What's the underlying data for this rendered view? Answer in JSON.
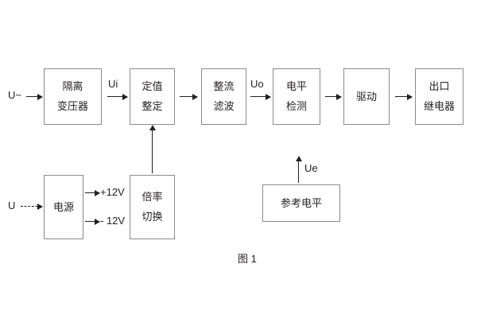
{
  "figure": {
    "caption": "图 1",
    "colors": {
      "background": "#ffffff",
      "box_border": "#8a8a8a",
      "text": "#231f20",
      "line": "#231f20"
    }
  },
  "signal_chain": {
    "input_label": "U~",
    "blocks": [
      {
        "id": "isolation-transformer",
        "line1": "隔离",
        "line2": "变压器"
      },
      {
        "id": "setting-value",
        "line1": "定值",
        "line2": "整定"
      },
      {
        "id": "rectifier-filter",
        "line1": "整流",
        "line2": "滤波"
      },
      {
        "id": "level-detection",
        "line1": "电平",
        "line2": "检测"
      },
      {
        "id": "drive",
        "line1": "驱动",
        "line2": ""
      },
      {
        "id": "output-relay",
        "line1": "出口",
        "line2": "继电器"
      }
    ],
    "signal_labels": {
      "ui": "Ui",
      "uo": "Uo",
      "ue": "Ue"
    }
  },
  "power_section": {
    "input_label": "U",
    "power_supply": {
      "id": "power-supply",
      "line1": "电源",
      "line2": ""
    },
    "rails": [
      {
        "id": "rail-positive",
        "label": "+12V"
      },
      {
        "id": "rail-negative",
        "label": "- 12V"
      }
    ],
    "multiplier_switch": {
      "id": "multiplier-switch",
      "line1": "倍率",
      "line2": "切换"
    }
  },
  "reference_section": {
    "reference_level": {
      "id": "reference-level",
      "line1": "参考电平",
      "line2": ""
    }
  }
}
